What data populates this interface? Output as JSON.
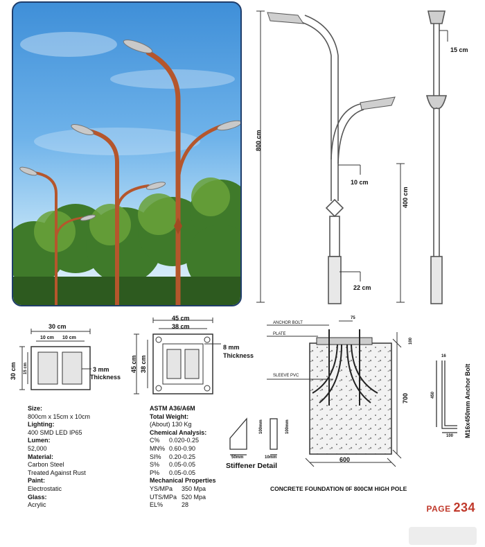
{
  "dimensions": {
    "pole_height": "800 cm",
    "pole_top_diameter": "15 cm",
    "arm_mid": "10 cm",
    "lower_height": "400 cm",
    "base_diameter": "22 cm"
  },
  "plate_small": {
    "width": "30 cm",
    "inner_a": "10 cm",
    "inner_b": "10 cm",
    "height": "30 cm",
    "inner_h": "15 cm",
    "thickness": "3 mm",
    "thickness_label": "Thickness"
  },
  "plate_large": {
    "outer_w": "45 cm",
    "inner_w": "38 cm",
    "outer_h": "45 cm",
    "inner_h": "38 cm",
    "thickness": "8 mm",
    "thickness_label": "Thickness"
  },
  "foundation": {
    "anchor_bolt": "ANCHOR BOLT",
    "plate": "PLATE",
    "sleeve": "SLEEVE PVC",
    "top_dim": "75",
    "plate_dim": "100",
    "depth": "700",
    "width": "600",
    "title": "CONCRETE FOUNDATION 0F 800CM HIGH POLE"
  },
  "anchor_bolt": {
    "label": "M16x450mm Anchor Bolt",
    "d1": "16",
    "d2": "450",
    "d3": "100"
  },
  "stiffener": {
    "title": "Stiffener Detail",
    "h1": "100mm",
    "h2": "100mm",
    "w1": "50mm",
    "w2": "10mm"
  },
  "specs_left": [
    {
      "k": "Size:",
      "v": "800cm x 15cm x 10cm"
    },
    {
      "k": "Lighting:",
      "v": "400 SMD LED IP65"
    },
    {
      "k": "Lumen:",
      "v": "52,000"
    },
    {
      "k": "Material:",
      "v": "Carbon Steel"
    },
    {
      "k": "",
      "v": "Treated Against Rust"
    },
    {
      "k": "Paint:",
      "v": "Electrostatic"
    },
    {
      "k": "Glass:",
      "v": "Acrylic"
    }
  ],
  "specs_right": {
    "standard": "ASTM A36/A6M",
    "weight_k": "Total Weight:",
    "weight_v": "(About) 130 Kg",
    "chem_k": "Chemical Analysis:",
    "chem": [
      {
        "k": "C%",
        "v": "0.020-0.25"
      },
      {
        "k": "MN%",
        "v": "0.60-0.90"
      },
      {
        "k": "SI%",
        "v": "0.20-0.25"
      },
      {
        "k": "S%",
        "v": "0.05-0.05"
      },
      {
        "k": "P%",
        "v": "0.05-0.05"
      }
    ],
    "mech_k": "Mechanical Properties",
    "mech": [
      {
        "k": "YS/MPa",
        "v": "350 Mpa"
      },
      {
        "k": "UTS/MPa",
        "v": "520 Mpa"
      },
      {
        "k": "EL%",
        "v": "28"
      }
    ]
  },
  "page": {
    "label": "PAGE",
    "num": "234"
  },
  "colors": {
    "pole": "#b5562c",
    "frame": "#1f3d6b",
    "page": "#c0392b"
  }
}
